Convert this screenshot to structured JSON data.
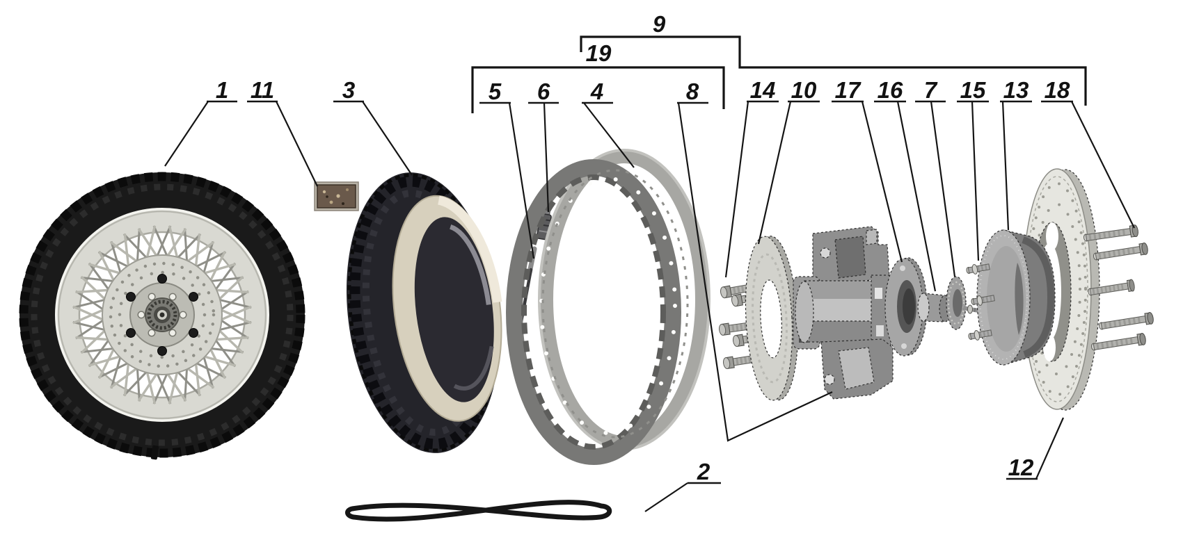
{
  "figure": {
    "kind": "exploded-parts-diagram"
  },
  "labels": {
    "n1": "1",
    "n2": "2",
    "n3": "3",
    "n4": "4",
    "n5": "5",
    "n6": "6",
    "n7": "7",
    "n8": "8",
    "n9": "9",
    "n10": "10",
    "n11": "11",
    "n12": "12",
    "n13": "13",
    "n14": "14",
    "n15": "15",
    "n16": "16",
    "n17": "17",
    "n18": "18",
    "n19": "19"
  },
  "colors": {
    "background": "#ffffff",
    "ink": "#141414",
    "tire_black": "#1a1a1a",
    "rim_chrome": "#d9d9d2",
    "metal_light": "#c9c9c4",
    "metal_mid": "#9b9b9b",
    "metal_dark": "#6e6e6e",
    "plate_brown": "#6a594b"
  }
}
